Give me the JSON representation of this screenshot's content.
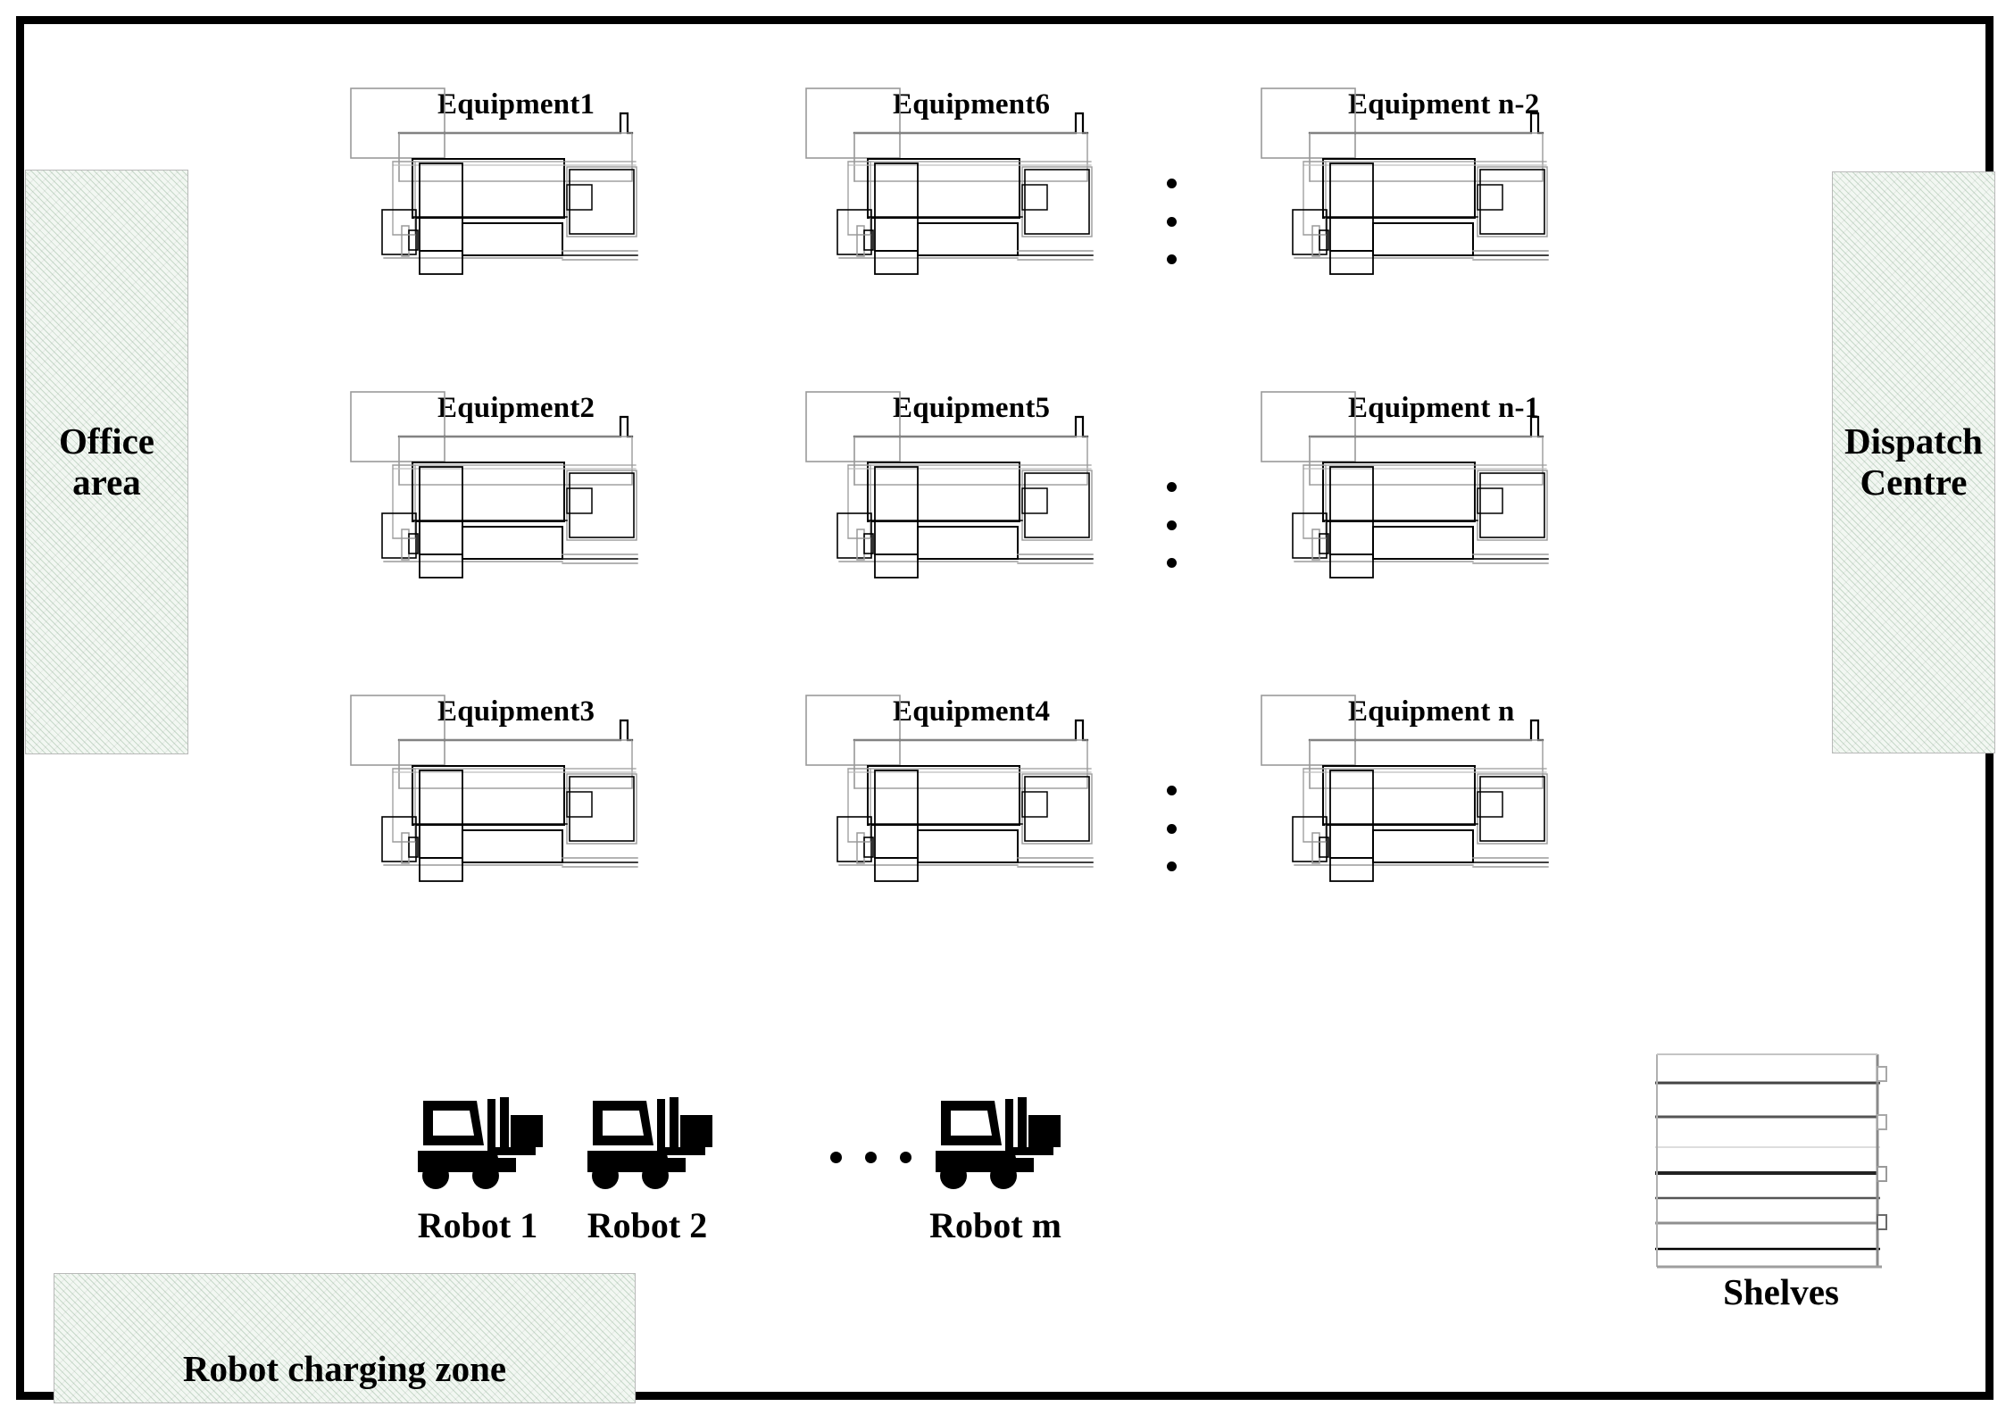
{
  "diagram": {
    "title": "Smart factory workshop layout",
    "colors": {
      "wall": "#000000",
      "zone_fill": "#f2f7f2",
      "zone_hatch": "#5a8c64",
      "zone_border": "#b9b9b9",
      "equipment_line_dark": "#000000",
      "equipment_line_light": "#9a9a9a",
      "robot": "#000000"
    }
  },
  "zones": [
    {
      "id": "office-area",
      "label": "Office\narea",
      "name": "office-area"
    },
    {
      "id": "dispatch-centre",
      "label": "Dispatch\nCentre",
      "name": "dispatch-centre"
    },
    {
      "id": "charging-zone",
      "label": "Robot charging zone",
      "name": "robot-charging-zone"
    }
  ],
  "equipment": {
    "col1": [
      {
        "label": "Equipment1"
      },
      {
        "label": "Equipment2"
      },
      {
        "label": "Equipment3"
      }
    ],
    "col2": [
      {
        "label": "Equipment6"
      },
      {
        "label": "Equipment5"
      },
      {
        "label": "Equipment4"
      }
    ],
    "col3": [
      {
        "label": "Equipment n-2"
      },
      {
        "label": "Equipment n-1"
      },
      {
        "label": "Equipment n"
      }
    ]
  },
  "ellipsis": {
    "vertical_dots": 3,
    "horizontal_dots": 3
  },
  "robots": [
    {
      "label": "Robot 1"
    },
    {
      "label": "Robot 2"
    },
    {
      "label": "Robot m"
    }
  ],
  "shelves": {
    "label": "Shelves",
    "levels": 8
  }
}
